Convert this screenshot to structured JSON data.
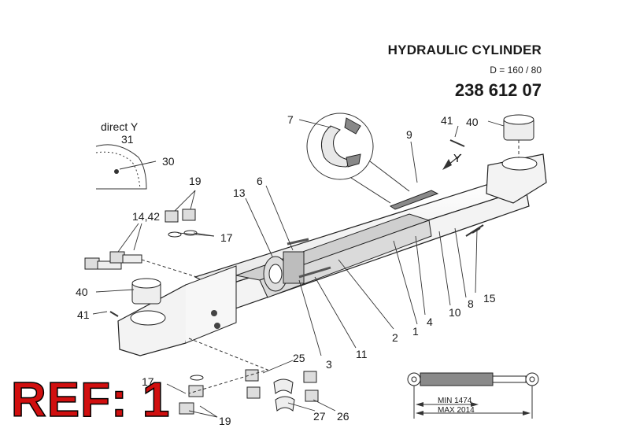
{
  "header": {
    "title": "HYDRAULIC CYLINDER",
    "subtitle": "D = 160 / 80",
    "part_number": "238 612 07"
  },
  "ref_label": "REF: 1",
  "detail_label": "direct Y",
  "arrow_label": "Y",
  "callouts": {
    "c1": "1",
    "c2": "2",
    "c3": "3",
    "c4": "4",
    "c6": "6",
    "c7": "7",
    "c8": "8",
    "c9": "9",
    "c10": "10",
    "c11": "11",
    "c13": "13",
    "c14_42": "14,42",
    "c15": "15",
    "c17a": "17",
    "c17b": "17",
    "c19a": "19",
    "c19b": "19",
    "c25": "25",
    "c26": "26",
    "c27": "27",
    "c30": "30",
    "c31": "31",
    "c40a": "40",
    "c40b": "40",
    "c41a": "41",
    "c41b": "41"
  },
  "stroke": {
    "min_label": "MIN  1474",
    "max_label": "MAX  2014"
  },
  "colors": {
    "ref": "#d10f0f",
    "rod_band": "#8a8a8a",
    "line": "#1a1a1a"
  }
}
